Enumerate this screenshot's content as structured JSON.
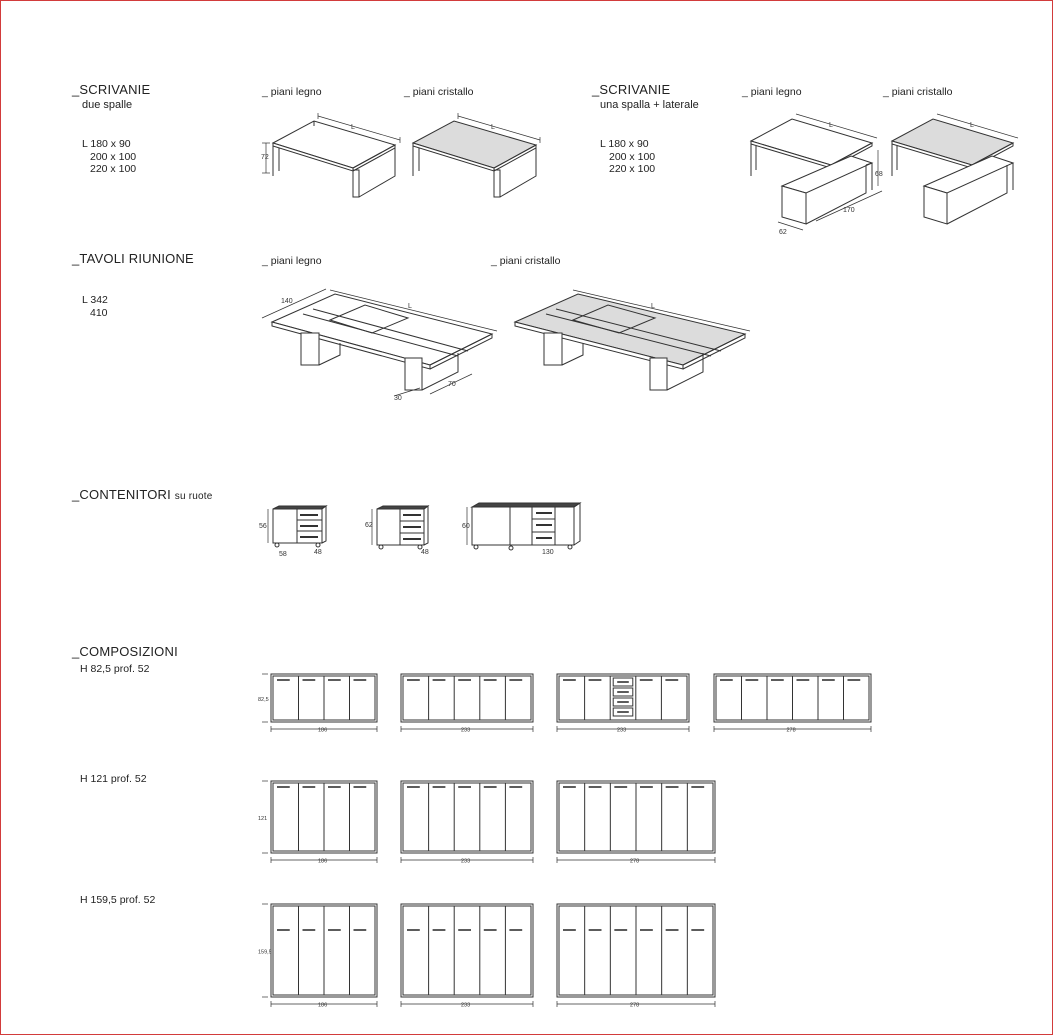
{
  "scrivanie_a": {
    "title": "_SCRIVANIE",
    "subtitle": "due spalle",
    "sizes": [
      "L 180 x 90",
      "200 x 100",
      "220 x 100"
    ],
    "wood": "_ piani legno",
    "glass": "_ piani cristallo",
    "dims": {
      "l": "L",
      "h": "72"
    }
  },
  "scrivanie_b": {
    "title": "_SCRIVANIE",
    "subtitle": "una spalla + laterale",
    "sizes": [
      "L 180 x 90",
      "200 x 100",
      "220 x 100"
    ],
    "wood": "_ piani legno",
    "glass": "_ piani cristallo",
    "dims": {
      "l": "L",
      "h": "68",
      "d": "170",
      "w": "62"
    }
  },
  "tavoli": {
    "title": "_TAVOLI RIUNIONE",
    "sizes": [
      "L 342",
      "410"
    ],
    "wood": "_ piani legno",
    "glass": "_ piani cristallo",
    "dims": {
      "l": "L",
      "d": "140",
      "a": "30",
      "b": "70"
    }
  },
  "contenitori": {
    "title": "_CONTENITORI",
    "title_suffix": "su ruote",
    "items": [
      {
        "h": "56",
        "d": "58",
        "w": "48"
      },
      {
        "h": "62",
        "w": "48"
      },
      {
        "h": "60",
        "w": "130"
      }
    ]
  },
  "composizioni": {
    "title": "_COMPOSIZIONI",
    "rows": [
      {
        "label": "H 82,5 prof. 52",
        "h": "82,5",
        "widths": [
          "186",
          "233",
          "233",
          "278"
        ]
      },
      {
        "label": "H 121 prof. 52",
        "h": "121",
        "widths": [
          "186",
          "233",
          "278"
        ]
      },
      {
        "label": "H 159,5 prof. 52",
        "h": "159,5",
        "widths": [
          "186",
          "233",
          "278"
        ]
      }
    ]
  },
  "colors": {
    "frame": "#d23b3b",
    "line": "#333333",
    "glass": "#dcdcdc"
  }
}
